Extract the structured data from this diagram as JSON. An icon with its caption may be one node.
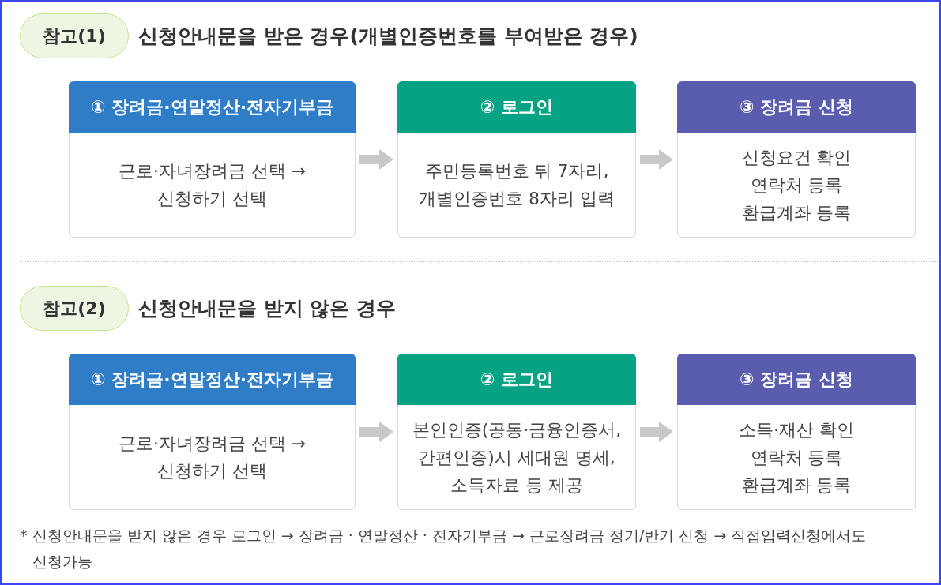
{
  "diagram": {
    "nodes": [
      {
        "text": [
          "참고(1)"
        ],
        "beside": [
          "신청안내문을 받은 경우(개별인증번호를 부여받은 경우)"
        ]
      },
      {
        "text": [
          "① 장려금·연말정산·전자기부금",
          "근로·자녀장려금 선택 → 신청하기 선택"
        ]
      },
      {
        "text": [
          "② 로그인",
          "주민등록번호 뒤 7자리, 개별인증번호 8자리 입력"
        ]
      },
      {
        "text": [
          "③ 장려금 신청",
          "신청요건 확인",
          "연락처 등록",
          "환급계좌 등록"
        ]
      },
      {
        "text": [
          "참고(2)"
        ],
        "beside": [
          "신청안내문을 받지 않은 경우"
        ]
      },
      {
        "text": [
          "① 장려금·연말정산·전자기부금",
          "근로·자녀장려금 선택 → 신청하기 선택"
        ]
      },
      {
        "text": [
          "② 로그인",
          "본인인증(공동·금융인증서, 간편인증)시 세대원 명세, 소득자료 등 제공"
        ]
      },
      {
        "text": [
          "③ 장려금 신청",
          "소득·재산 확인",
          "연락처 등록",
          "환급계좌 등록"
        ]
      }
    ],
    "edges": [
      {
        "from": 1,
        "to": 2,
        "arrow": "to"
      },
      {
        "from": 2,
        "to": 3,
        "arrow": "to"
      },
      {
        "from": 5,
        "to": 6,
        "arrow": "to"
      },
      {
        "from": 6,
        "to": 7,
        "arrow": "to"
      }
    ],
    "labels": [
      "* 신청안내문을 받지 않은 경우 로그인 → 장려금 · 연말정산 · 전자기부금 → 근로장려금 정기/반기 신청 → 직접입력신청에서도 신청가능"
    ]
  }
}
